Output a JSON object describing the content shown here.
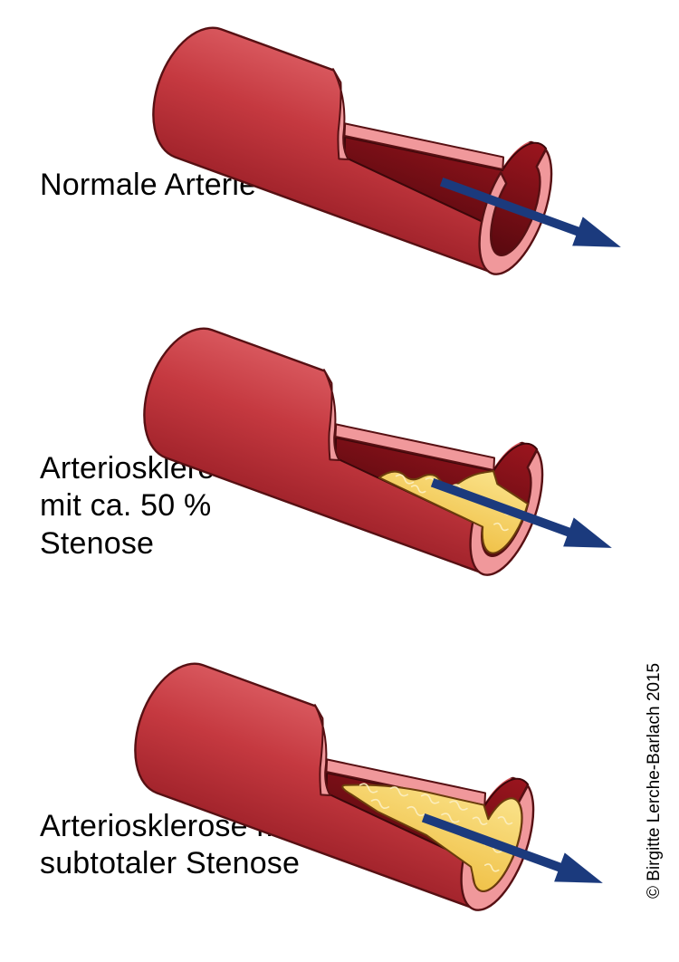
{
  "figure": {
    "sections": [
      {
        "label": "Normale Arterie"
      },
      {
        "label": "Arteriosklerose\nmit ca. 50 %\nStenose"
      },
      {
        "label": "Arteriosklerose mit\nsubtotaler Stenose"
      }
    ],
    "copyright": "© Birgitte Lerche-Barlach 2015",
    "colors": {
      "background": "#ffffff",
      "artery-red": "#C43A41",
      "wall-pink": "#F0989B",
      "lumen-dark": "#7C0E16",
      "plaque-yellow": "#F7D468",
      "plaque-line": "#FCEFC0",
      "outline-dark": "#571013",
      "arrow-blue": "#1B3A7D",
      "text-black": "#000000"
    }
  }
}
